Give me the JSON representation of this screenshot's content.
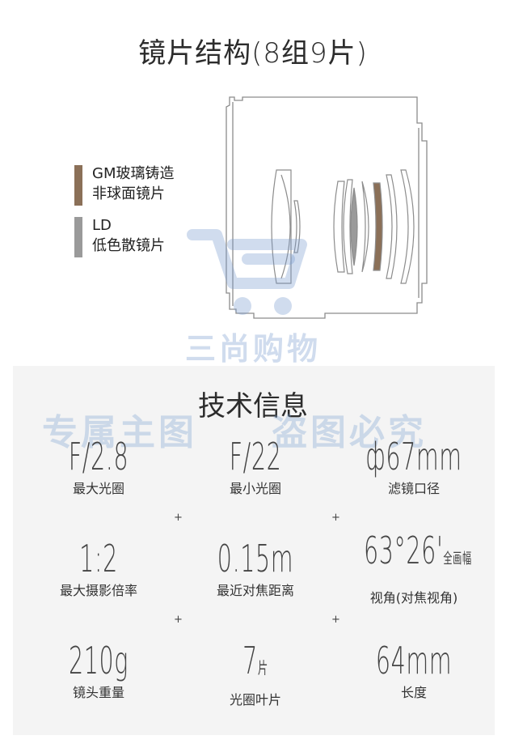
{
  "lens_structure": {
    "title": "镜片结构(8组9片)",
    "legend": [
      {
        "line1": "GM玻璃铸造",
        "line2": "非球面镜片",
        "color": "#8b7058"
      },
      {
        "line1": "LD",
        "line2": "低色散镜片",
        "color": "#9a9a9a"
      }
    ],
    "outline_color": "#8c8c8c"
  },
  "watermarks": {
    "store": "三尚购物",
    "left": "专属主图",
    "right": "盗图必究",
    "color": "#8aaad4"
  },
  "tech_info": {
    "title": "技术信息",
    "specs": [
      {
        "value": "F/2.8",
        "label": "最大光圈"
      },
      {
        "value": "F/22",
        "label": "最小光圈"
      },
      {
        "value": "ф67mm",
        "label": "滤镜口径"
      },
      {
        "value": "1:2",
        "label": "最大摄影倍率"
      },
      {
        "value": "0.15m",
        "label": "最近对焦距离"
      },
      {
        "value": "63°26'",
        "suffix": "全画幅",
        "label": "视角(对焦视角)"
      },
      {
        "value": "210g",
        "label": "镜头重量"
      },
      {
        "value": "7",
        "suffix": "片",
        "label": "光圈叶片"
      },
      {
        "value": "64mm",
        "label": "长度"
      }
    ],
    "separator": "+"
  }
}
